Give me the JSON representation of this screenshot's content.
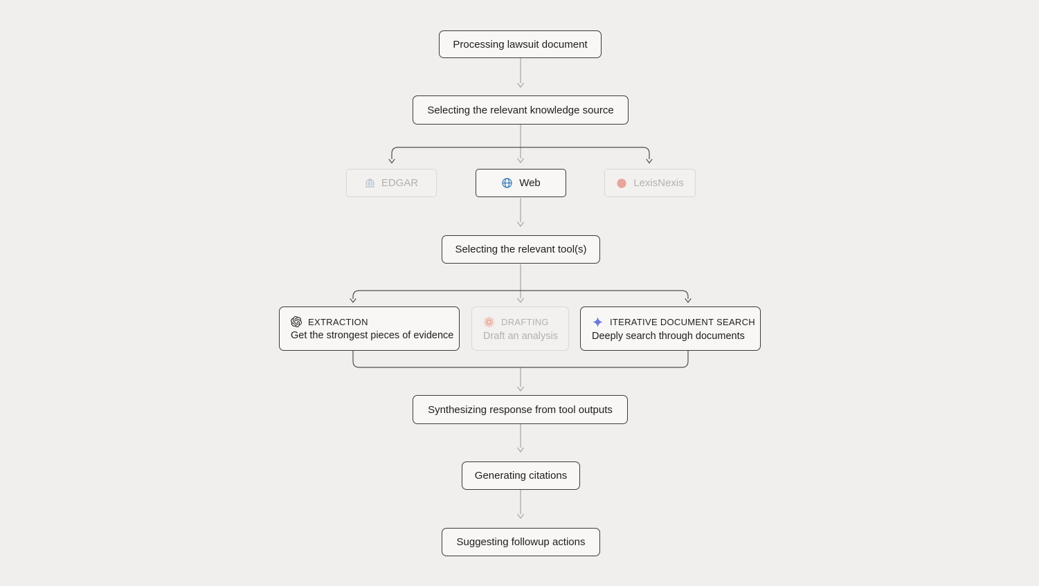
{
  "flow": {
    "steps": {
      "processing": {
        "label": "Processing lawsuit document"
      },
      "select_source": {
        "label": "Selecting the relevant knowledge source"
      },
      "select_tools": {
        "label": "Selecting the relevant tool(s)"
      },
      "synthesize": {
        "label": "Synthesizing response from tool outputs"
      },
      "citations": {
        "label": "Generating citations"
      },
      "followups": {
        "label": "Suggesting followup actions"
      }
    },
    "sources": [
      {
        "label": "EDGAR",
        "icon": "bank-icon",
        "state": "inactive"
      },
      {
        "label": "Web",
        "icon": "globe-icon",
        "state": "selected"
      },
      {
        "label": "LexisNexis",
        "icon": "lexisnexis-sphere-icon",
        "state": "inactive"
      }
    ],
    "tools": [
      {
        "name": "EXTRACTION",
        "description": "Get the strongest pieces of evidence",
        "icon": "openai-logo-icon",
        "state": "selected"
      },
      {
        "name": "DRAFTING",
        "description": "Draft an analysis",
        "icon": "starburst-icon",
        "state": "inactive"
      },
      {
        "name": "ITERATIVE DOCUMENT SEARCH",
        "description": "Deeply search through documents",
        "icon": "sparkle-icon",
        "state": "selected"
      }
    ],
    "colors": {
      "background": "#f0efed",
      "node_background": "#f8f7f5",
      "active_border": "#3a3a38",
      "inactive_border": "#d8d7d3",
      "active_text": "#1d1d1b",
      "inactive_text": "#b2b1ad",
      "connector_gray": "#b4b3b0",
      "connector_dark": "#4d4d4b",
      "globe_blue": "#3579b8",
      "bank_blue": "#b9c8d5",
      "lexis_pink": "#eba9a3",
      "starburst_salmon": "#edaa9b",
      "sparkle_blue": "#4a90e2",
      "sparkle_purple": "#8a5fd8"
    }
  }
}
